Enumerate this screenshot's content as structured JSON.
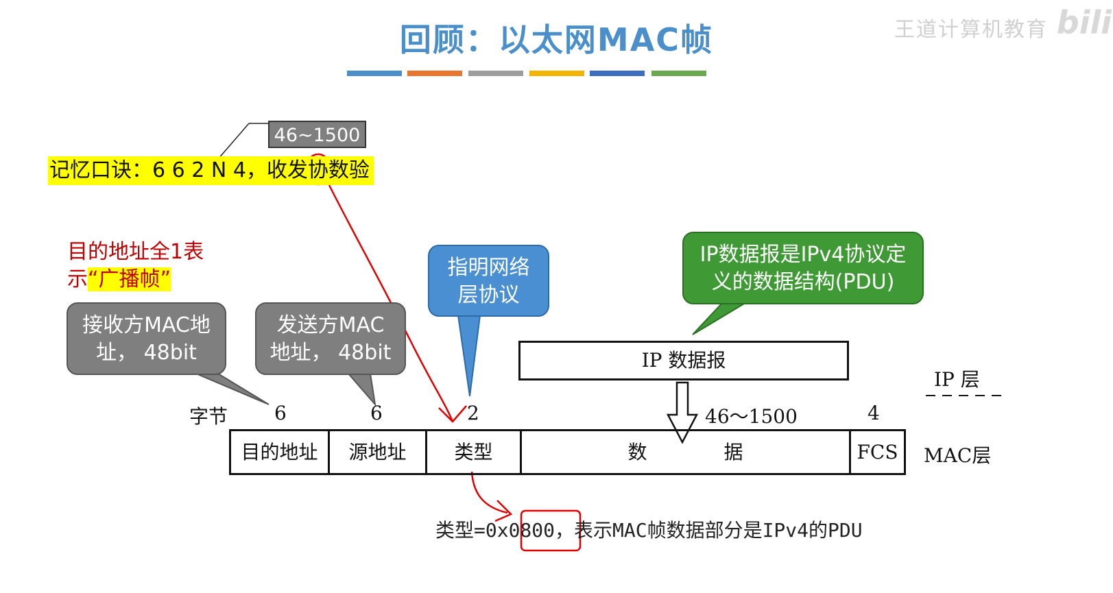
{
  "title": "回顾：以太网MAC帧",
  "header_bars": [
    "#4a8fc9",
    "#e8762f",
    "#9e9e9e",
    "#f2b400",
    "#3d6dbf",
    "#6aa84f"
  ],
  "watermark": "王道计算机教育",
  "watermark_logo": "bili",
  "annotations": {
    "data_range": "46~1500",
    "mnemonic": "记忆口诀：6 6 2 N 4，收发协数验",
    "broadcast_line1": "目的地址全1表",
    "broadcast_line2_prefix": "示",
    "broadcast_line2_highlight": "“广播帧”"
  },
  "callouts": {
    "receiver_line1": "接收方MAC地",
    "receiver_line2": "址， 48bit",
    "sender_line1": "发送方MAC",
    "sender_line2": "地址， 48bit",
    "type_line1": "指明网络",
    "type_line2": "层协议",
    "ip_line1": "IP数据报是IPv4协议定",
    "ip_line2": "义的数据结构(PDU)"
  },
  "ip_box": "IP 数据报",
  "ip_layer": "IP 层",
  "mac_layer": "MAC层",
  "byte_header": "字节",
  "byte_sizes": [
    "6",
    "6",
    "2",
    "46～1500",
    "4"
  ],
  "frame_fields": [
    "目的地址",
    "源地址",
    "类型",
    "数　　　　据",
    "FCS"
  ],
  "type_note": "类型=0x0800，表示MAC帧数据部分是IPv4的PDU"
}
